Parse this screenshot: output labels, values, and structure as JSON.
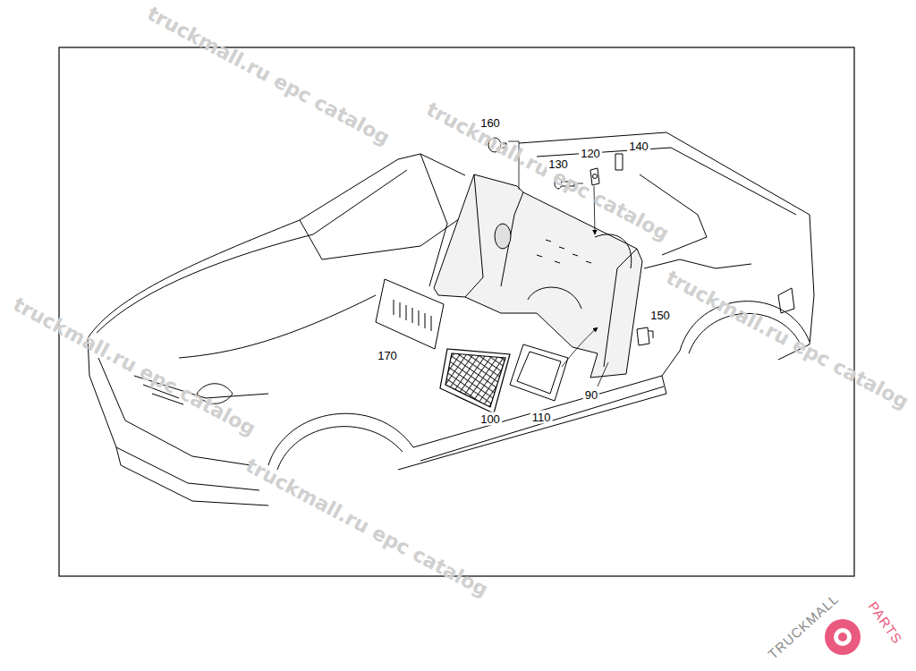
{
  "diagram": {
    "labels": [
      "truckmall.ru epc catalog",
      "truckmall.ru epc catalog",
      "truckmall.ru epc catalog",
      "truckmall.ru epc catalog",
      "truckmall.ru epc catalog",
      "160",
      "130",
      "120",
      "140",
      "150",
      "170",
      "100",
      "110",
      "90",
      "TRUCKMALL",
      "PARTS"
    ]
  }
}
